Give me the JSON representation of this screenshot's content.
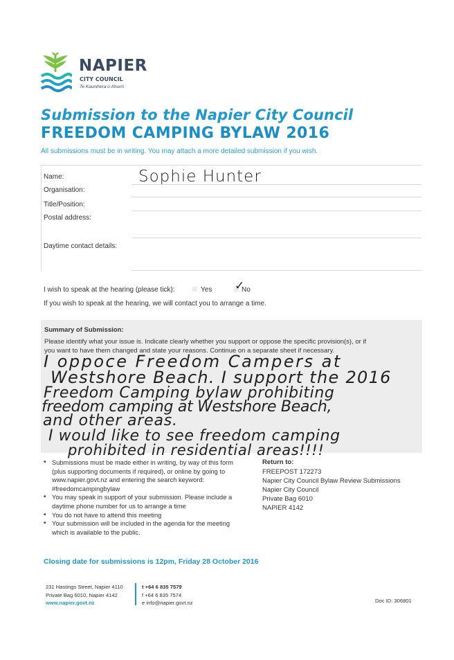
{
  "logo": {
    "name": "NAPIER",
    "sub": "CITY COUNCIL",
    "maori": "Te Kaunihera o Ahuriri",
    "colors": {
      "green": "#7cc243",
      "teal": "#1fb7b0",
      "blue": "#1f8fd0",
      "text": "#3a4a63"
    }
  },
  "title": {
    "line1": "Submission to the Napier City Council",
    "line2": "FREEDOM CAMPING BYLAW 2016",
    "intro": "All submissions must be in writing. You may attach a more detailed submission if you wish."
  },
  "form": {
    "name_label": "Name:",
    "name_value": "Sophie Hunter",
    "organisation_label": "Organisation:",
    "title_label": "Title/Position:",
    "postal_label": "Postal address:",
    "daytime_label": "Daytime contact details:",
    "hearing_question": "I wish to speak at the hearing (please tick):",
    "yes_label": "Yes",
    "no_label": "No",
    "no_tick": "✓",
    "hearing_note": "If you wish to speak at the hearing, we will contact you to arrange a time."
  },
  "summary": {
    "heading": "Summary of Submission:",
    "instructions_1": "Please identify what your issue is. Indicate clearly whether you support or oppose the specific provision(s), or if",
    "instructions_2": "you want to have them changed and state your reasons. Continue on a separate sheet if necessary.",
    "handwritten": [
      "I oppoce Freedom Campers at",
      "Westshore Beach. I support the 2016",
      "Freedom Camping bylaw prohibiting",
      "freedom camping at Westshore Beach,",
      "and other areas.",
      "I would like to see freedom camping",
      "prohibited in residential areas!!!!"
    ]
  },
  "notes": [
    "Submissions must be made either in writing, by way of this form (plus supporting documents if required), or online by going to www.napier.govt.nz and entering the search keyword: #freedomcampingbylaw",
    "You may speak in support of your submission. Please include a daytime phone number for us to arrange a time",
    "You do not have to attend this meeting",
    "Your submission will be included in the agenda for the meeting which is available to the public."
  ],
  "return_to": {
    "heading": "Return to:",
    "lines": [
      "FREEPOST 172273",
      "Napier City Council Bylaw Review Submissions",
      "Napier City Council",
      "Private Bag 6010",
      "NAPIER 4142"
    ]
  },
  "closing": "Closing date for submissions is 12pm, Friday 28 October 2016",
  "footer": {
    "address_1": "231 Hastings Street, Napier 4110",
    "address_2": "Private Bag 6010, Napier 4142",
    "website": "www.napier.govt.nz",
    "phone": "t +64 6 835 7579",
    "fax": "f +64 6 835 7574",
    "email": "e info@napier.govt.nz",
    "doc_id": "Doc ID: 306801"
  }
}
